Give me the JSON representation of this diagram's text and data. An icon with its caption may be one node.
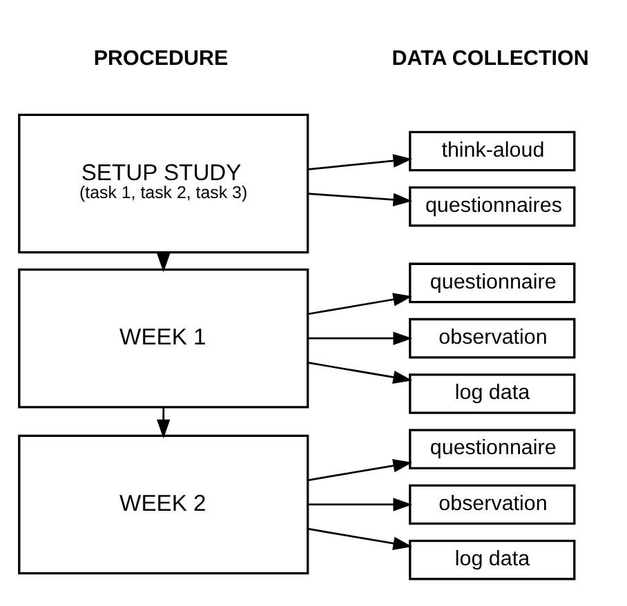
{
  "diagram": {
    "nodes": [
      {
        "text": [
          "SETUP STUDY",
          "(task 1, task 2, task 3)"
        ]
      },
      {
        "text": [
          "think-aloud"
        ]
      },
      {
        "text": [
          "questionnaires"
        ]
      },
      {
        "text": [
          "WEEK 1"
        ]
      },
      {
        "text": [
          "questionnaire"
        ]
      },
      {
        "text": [
          "observation"
        ]
      },
      {
        "text": [
          "log data"
        ]
      },
      {
        "text": [
          "WEEK 2"
        ]
      },
      {
        "text": [
          "questionnaire"
        ]
      },
      {
        "text": [
          "observation"
        ]
      },
      {
        "text": [
          "log data"
        ]
      }
    ],
    "edges": [
      {
        "from": 0,
        "to": 1,
        "arrow": "to"
      },
      {
        "from": 0,
        "to": 2,
        "arrow": "to"
      },
      {
        "from": 0,
        "to": 3,
        "arrow": "to"
      },
      {
        "from": 3,
        "to": 4,
        "arrow": "to"
      },
      {
        "from": 3,
        "to": 5,
        "arrow": "to"
      },
      {
        "from": 3,
        "to": 6,
        "arrow": "to"
      },
      {
        "from": 3,
        "to": 7,
        "arrow": "to"
      },
      {
        "from": 7,
        "to": 8,
        "arrow": "to"
      },
      {
        "from": 7,
        "to": 9,
        "arrow": "to"
      },
      {
        "from": 7,
        "to": 10,
        "arrow": "to"
      }
    ],
    "labels": [
      "PROCEDURE",
      "DATA COLLECTION"
    ]
  }
}
